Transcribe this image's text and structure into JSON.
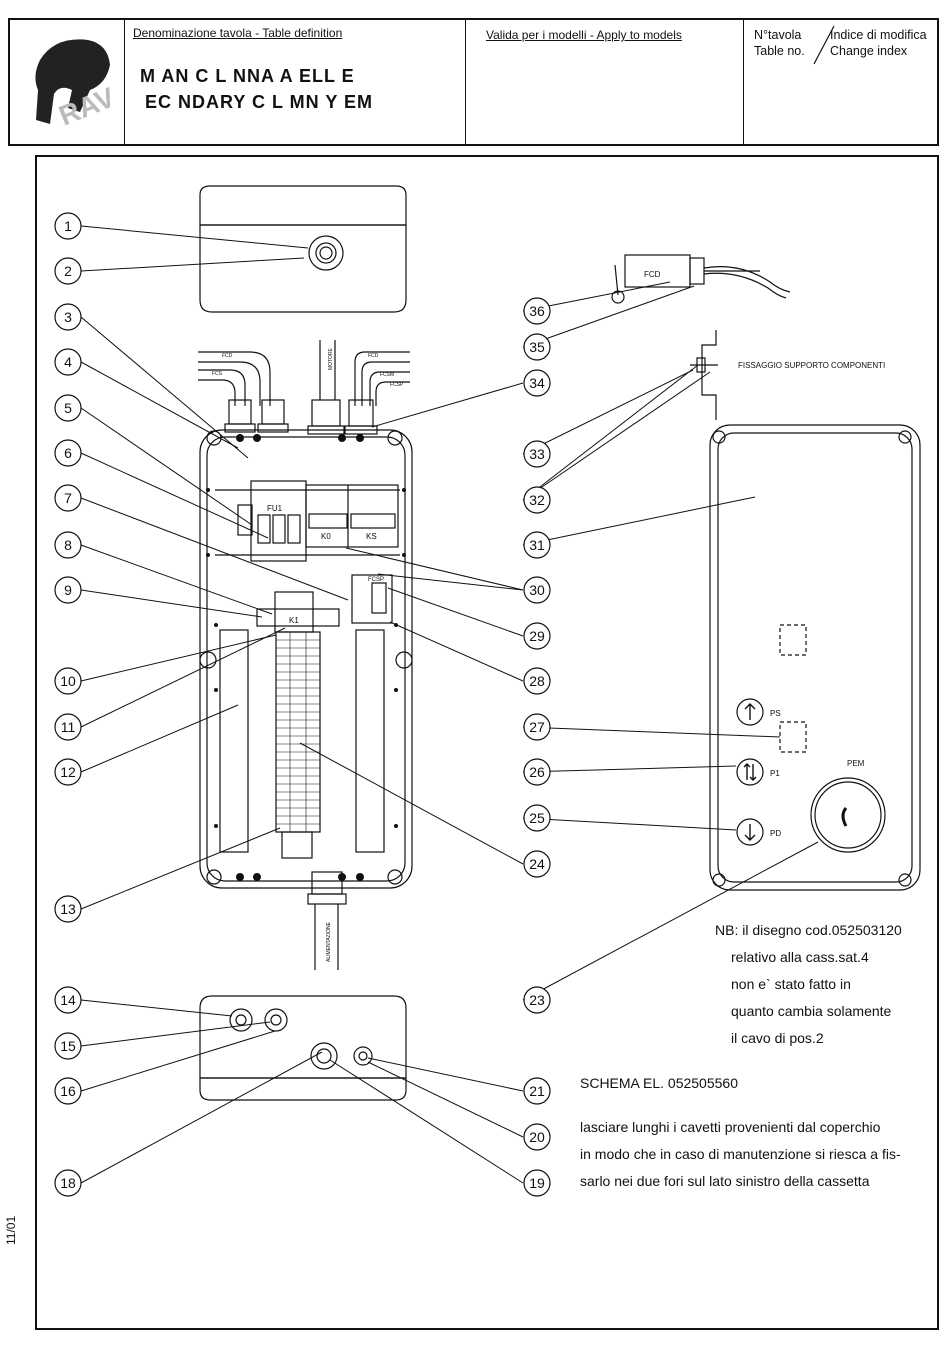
{
  "header": {
    "table_definition_label": "Denominazione tavola - Table definition",
    "title_line1": "M  AN   C  L  NNA  A  ELL  E",
    "title_line2": "EC  NDARY C  L  MN  Y   EM",
    "models_label": "Valida per i modelli - Apply to models",
    "table_no_label_it": "N°tavola",
    "table_no_label_en": "Table no.",
    "change_index_it": "Indice di modifica",
    "change_index_en": "Change index",
    "logo_text": "RAV"
  },
  "side_date": "11/01",
  "callouts": [
    "1",
    "2",
    "3",
    "4",
    "5",
    "6",
    "7",
    "8",
    "9",
    "10",
    "11",
    "12",
    "13",
    "14",
    "15",
    "16",
    "18",
    "19",
    "20",
    "21",
    "23",
    "24",
    "25",
    "26",
    "27",
    "28",
    "29",
    "30",
    "31",
    "32",
    "33",
    "34",
    "35",
    "36"
  ],
  "component_labels": {
    "fu1": "FU1",
    "k0": "K0",
    "ks": "KS",
    "k1": "K1",
    "fcsp": "FCSP",
    "fcd": "FCD",
    "ps": "PS",
    "p1": "P1",
    "pd": "PD",
    "pem": "PEM",
    "fissaggio": "FISSAGGIO SUPPORTO COMPONENTI",
    "cable_fcd": "FCD",
    "cable_fcs": "FCS",
    "cable_fcsm": "FCSM",
    "cable_motore": "MOTORE",
    "cable_fcsp": "FCSP",
    "cable_fcd2": "FCD",
    "cable_alim": "ALIMENTAZIONE"
  },
  "notes": {
    "nb_line1": "NB: il disegno cod.052503120",
    "nb_line2": "relativo alla cass.sat.4",
    "nb_line3": "non e` stato fatto in",
    "nb_line4": "quanto cambia solamente",
    "nb_line5": "il cavo di pos.2",
    "schema": "SCHEMA EL. 052505560",
    "instr_line1": "lasciare lunghi i cavetti provenienti dal coperchio",
    "instr_line2": "in modo che in caso di manutenzione si riesca a fis-",
    "instr_line3": "sarlo nei due fori sul lato sinistro della cassetta"
  }
}
